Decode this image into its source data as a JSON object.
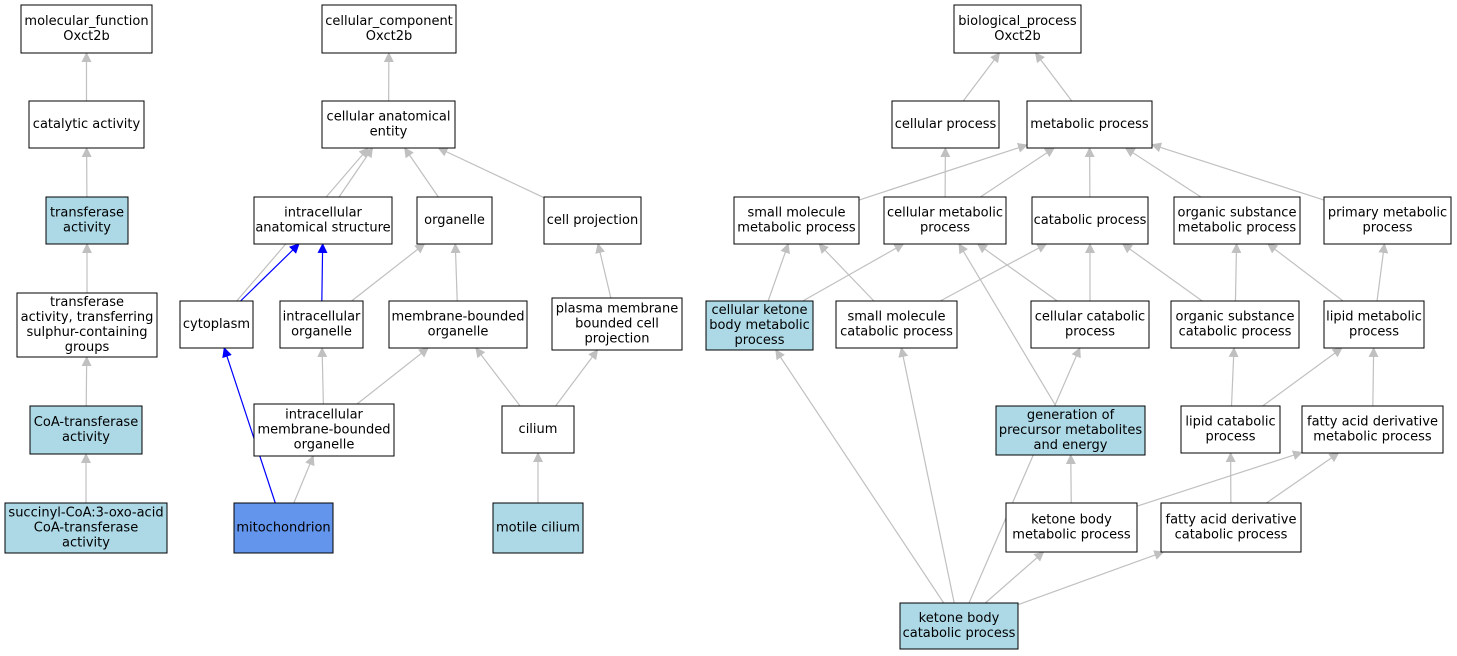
{
  "colors": {
    "plain": "#ffffff",
    "annotated": "#add8e6",
    "focus": "#6495ed",
    "edge": "#c0c0c0",
    "edge_highlight": "#0000ff"
  },
  "nodes": [
    {
      "id": "mf",
      "lines": [
        "molecular_function",
        "Oxct2b"
      ],
      "style": "plain"
    },
    {
      "id": "catalytic",
      "lines": [
        "catalytic activity"
      ],
      "style": "plain"
    },
    {
      "id": "transferase",
      "lines": [
        "transferase",
        "activity"
      ],
      "style": "annotated"
    },
    {
      "id": "transferase_s",
      "lines": [
        "transferase",
        "activity, transferring",
        "sulphur-containing",
        "groups"
      ],
      "style": "plain"
    },
    {
      "id": "coa",
      "lines": [
        "CoA-transferase",
        "activity"
      ],
      "style": "annotated"
    },
    {
      "id": "succinyl",
      "lines": [
        "succinyl-CoA:3-oxo-acid",
        "CoA-transferase",
        "activity"
      ],
      "style": "annotated"
    },
    {
      "id": "cc",
      "lines": [
        "cellular_component",
        "Oxct2b"
      ],
      "style": "plain"
    },
    {
      "id": "cae",
      "lines": [
        "cellular anatomical",
        "entity"
      ],
      "style": "plain"
    },
    {
      "id": "ias",
      "lines": [
        "intracellular",
        "anatomical structure"
      ],
      "style": "plain"
    },
    {
      "id": "organelle",
      "lines": [
        "organelle"
      ],
      "style": "plain"
    },
    {
      "id": "cellproj",
      "lines": [
        "cell projection"
      ],
      "style": "plain"
    },
    {
      "id": "cytoplasm",
      "lines": [
        "cytoplasm"
      ],
      "style": "plain"
    },
    {
      "id": "intorg",
      "lines": [
        "intracellular",
        "organelle"
      ],
      "style": "plain"
    },
    {
      "id": "mbo",
      "lines": [
        "membrane-bounded",
        "organelle"
      ],
      "style": "plain"
    },
    {
      "id": "pmbcp",
      "lines": [
        "plasma membrane",
        "bounded cell",
        "projection"
      ],
      "style": "plain"
    },
    {
      "id": "imbo",
      "lines": [
        "intracellular",
        "membrane-bounded",
        "organelle"
      ],
      "style": "plain"
    },
    {
      "id": "cilium",
      "lines": [
        "cilium"
      ],
      "style": "plain"
    },
    {
      "id": "mito",
      "lines": [
        "mitochondrion"
      ],
      "style": "focus"
    },
    {
      "id": "motile",
      "lines": [
        "motile cilium"
      ],
      "style": "annotated"
    },
    {
      "id": "bp",
      "lines": [
        "biological_process",
        "Oxct2b"
      ],
      "style": "plain"
    },
    {
      "id": "cellproc",
      "lines": [
        "cellular process"
      ],
      "style": "plain"
    },
    {
      "id": "metproc",
      "lines": [
        "metabolic process"
      ],
      "style": "plain"
    },
    {
      "id": "smmp",
      "lines": [
        "small molecule",
        "metabolic process"
      ],
      "style": "plain"
    },
    {
      "id": "cmp",
      "lines": [
        "cellular metabolic",
        "process"
      ],
      "style": "plain"
    },
    {
      "id": "catproc",
      "lines": [
        "catabolic process"
      ],
      "style": "plain"
    },
    {
      "id": "osmp",
      "lines": [
        "organic substance",
        "metabolic process"
      ],
      "style": "plain"
    },
    {
      "id": "pmp",
      "lines": [
        "primary metabolic",
        "process"
      ],
      "style": "plain"
    },
    {
      "id": "ckbmp",
      "lines": [
        "cellular ketone",
        "body metabolic",
        "process"
      ],
      "style": "annotated"
    },
    {
      "id": "smcp",
      "lines": [
        "small molecule",
        "catabolic process"
      ],
      "style": "plain"
    },
    {
      "id": "ccp",
      "lines": [
        "cellular catabolic",
        "process"
      ],
      "style": "plain"
    },
    {
      "id": "oscp",
      "lines": [
        "organic substance",
        "catabolic process"
      ],
      "style": "plain"
    },
    {
      "id": "lmp",
      "lines": [
        "lipid metabolic",
        "process"
      ],
      "style": "plain"
    },
    {
      "id": "gpme",
      "lines": [
        "generation of",
        "precursor metabolites",
        "and energy"
      ],
      "style": "annotated"
    },
    {
      "id": "lcp",
      "lines": [
        "lipid catabolic",
        "process"
      ],
      "style": "plain"
    },
    {
      "id": "fadmp",
      "lines": [
        "fatty acid derivative",
        "metabolic process"
      ],
      "style": "plain"
    },
    {
      "id": "kbmp",
      "lines": [
        "ketone body",
        "metabolic process"
      ],
      "style": "plain"
    },
    {
      "id": "fadcp",
      "lines": [
        "fatty acid derivative",
        "catabolic process"
      ],
      "style": "plain"
    },
    {
      "id": "kbcp",
      "lines": [
        "ketone body",
        "catabolic process"
      ],
      "style": "annotated"
    }
  ],
  "edges": [
    {
      "from": "catalytic",
      "to": "mf",
      "highlight": false
    },
    {
      "from": "transferase",
      "to": "catalytic",
      "highlight": false
    },
    {
      "from": "transferase_s",
      "to": "transferase",
      "highlight": false
    },
    {
      "from": "coa",
      "to": "transferase_s",
      "highlight": false
    },
    {
      "from": "succinyl",
      "to": "coa",
      "highlight": false
    },
    {
      "from": "cae",
      "to": "cc",
      "highlight": false
    },
    {
      "from": "ias",
      "to": "cae",
      "highlight": false
    },
    {
      "from": "organelle",
      "to": "cae",
      "highlight": false
    },
    {
      "from": "cellproj",
      "to": "cae",
      "highlight": false
    },
    {
      "from": "cytoplasm",
      "to": "cae",
      "highlight": false
    },
    {
      "from": "cytoplasm",
      "to": "ias",
      "highlight": true
    },
    {
      "from": "intorg",
      "to": "ias",
      "highlight": true
    },
    {
      "from": "intorg",
      "to": "organelle",
      "highlight": false
    },
    {
      "from": "mbo",
      "to": "organelle",
      "highlight": false
    },
    {
      "from": "pmbcp",
      "to": "cellproj",
      "highlight": false
    },
    {
      "from": "imbo",
      "to": "intorg",
      "highlight": false
    },
    {
      "from": "imbo",
      "to": "mbo",
      "highlight": false
    },
    {
      "from": "cilium",
      "to": "mbo",
      "highlight": false
    },
    {
      "from": "cilium",
      "to": "pmbcp",
      "highlight": false
    },
    {
      "from": "mito",
      "to": "cytoplasm",
      "highlight": true
    },
    {
      "from": "mito",
      "to": "imbo",
      "highlight": false
    },
    {
      "from": "motile",
      "to": "cilium",
      "highlight": false
    },
    {
      "from": "cellproc",
      "to": "bp",
      "highlight": false
    },
    {
      "from": "metproc",
      "to": "bp",
      "highlight": false
    },
    {
      "from": "cmp",
      "to": "cellproc",
      "highlight": false
    },
    {
      "from": "smmp",
      "to": "metproc",
      "highlight": false
    },
    {
      "from": "cmp",
      "to": "metproc",
      "highlight": false
    },
    {
      "from": "catproc",
      "to": "metproc",
      "highlight": false
    },
    {
      "from": "osmp",
      "to": "metproc",
      "highlight": false
    },
    {
      "from": "pmp",
      "to": "metproc",
      "highlight": false
    },
    {
      "from": "ckbmp",
      "to": "smmp",
      "highlight": false
    },
    {
      "from": "ckbmp",
      "to": "cmp",
      "highlight": false
    },
    {
      "from": "smcp",
      "to": "smmp",
      "highlight": false
    },
    {
      "from": "smcp",
      "to": "catproc",
      "highlight": false
    },
    {
      "from": "ccp",
      "to": "cmp",
      "highlight": false
    },
    {
      "from": "ccp",
      "to": "catproc",
      "highlight": false
    },
    {
      "from": "oscp",
      "to": "catproc",
      "highlight": false
    },
    {
      "from": "oscp",
      "to": "osmp",
      "highlight": false
    },
    {
      "from": "lmp",
      "to": "osmp",
      "highlight": false
    },
    {
      "from": "lmp",
      "to": "pmp",
      "highlight": false
    },
    {
      "from": "gpme",
      "to": "cmp",
      "highlight": false
    },
    {
      "from": "lcp",
      "to": "oscp",
      "highlight": false
    },
    {
      "from": "lcp",
      "to": "lmp",
      "highlight": false
    },
    {
      "from": "fadmp",
      "to": "lmp",
      "highlight": false
    },
    {
      "from": "kbmp",
      "to": "gpme",
      "highlight": false
    },
    {
      "from": "kbmp",
      "to": "fadmp",
      "highlight": false
    },
    {
      "from": "fadcp",
      "to": "lcp",
      "highlight": false
    },
    {
      "from": "fadcp",
      "to": "fadmp",
      "highlight": false
    },
    {
      "from": "kbcp",
      "to": "ckbmp",
      "highlight": false
    },
    {
      "from": "kbcp",
      "to": "smcp",
      "highlight": false
    },
    {
      "from": "kbcp",
      "to": "ccp",
      "highlight": false
    },
    {
      "from": "kbcp",
      "to": "kbmp",
      "highlight": false
    },
    {
      "from": "kbcp",
      "to": "fadcp",
      "highlight": false
    }
  ]
}
